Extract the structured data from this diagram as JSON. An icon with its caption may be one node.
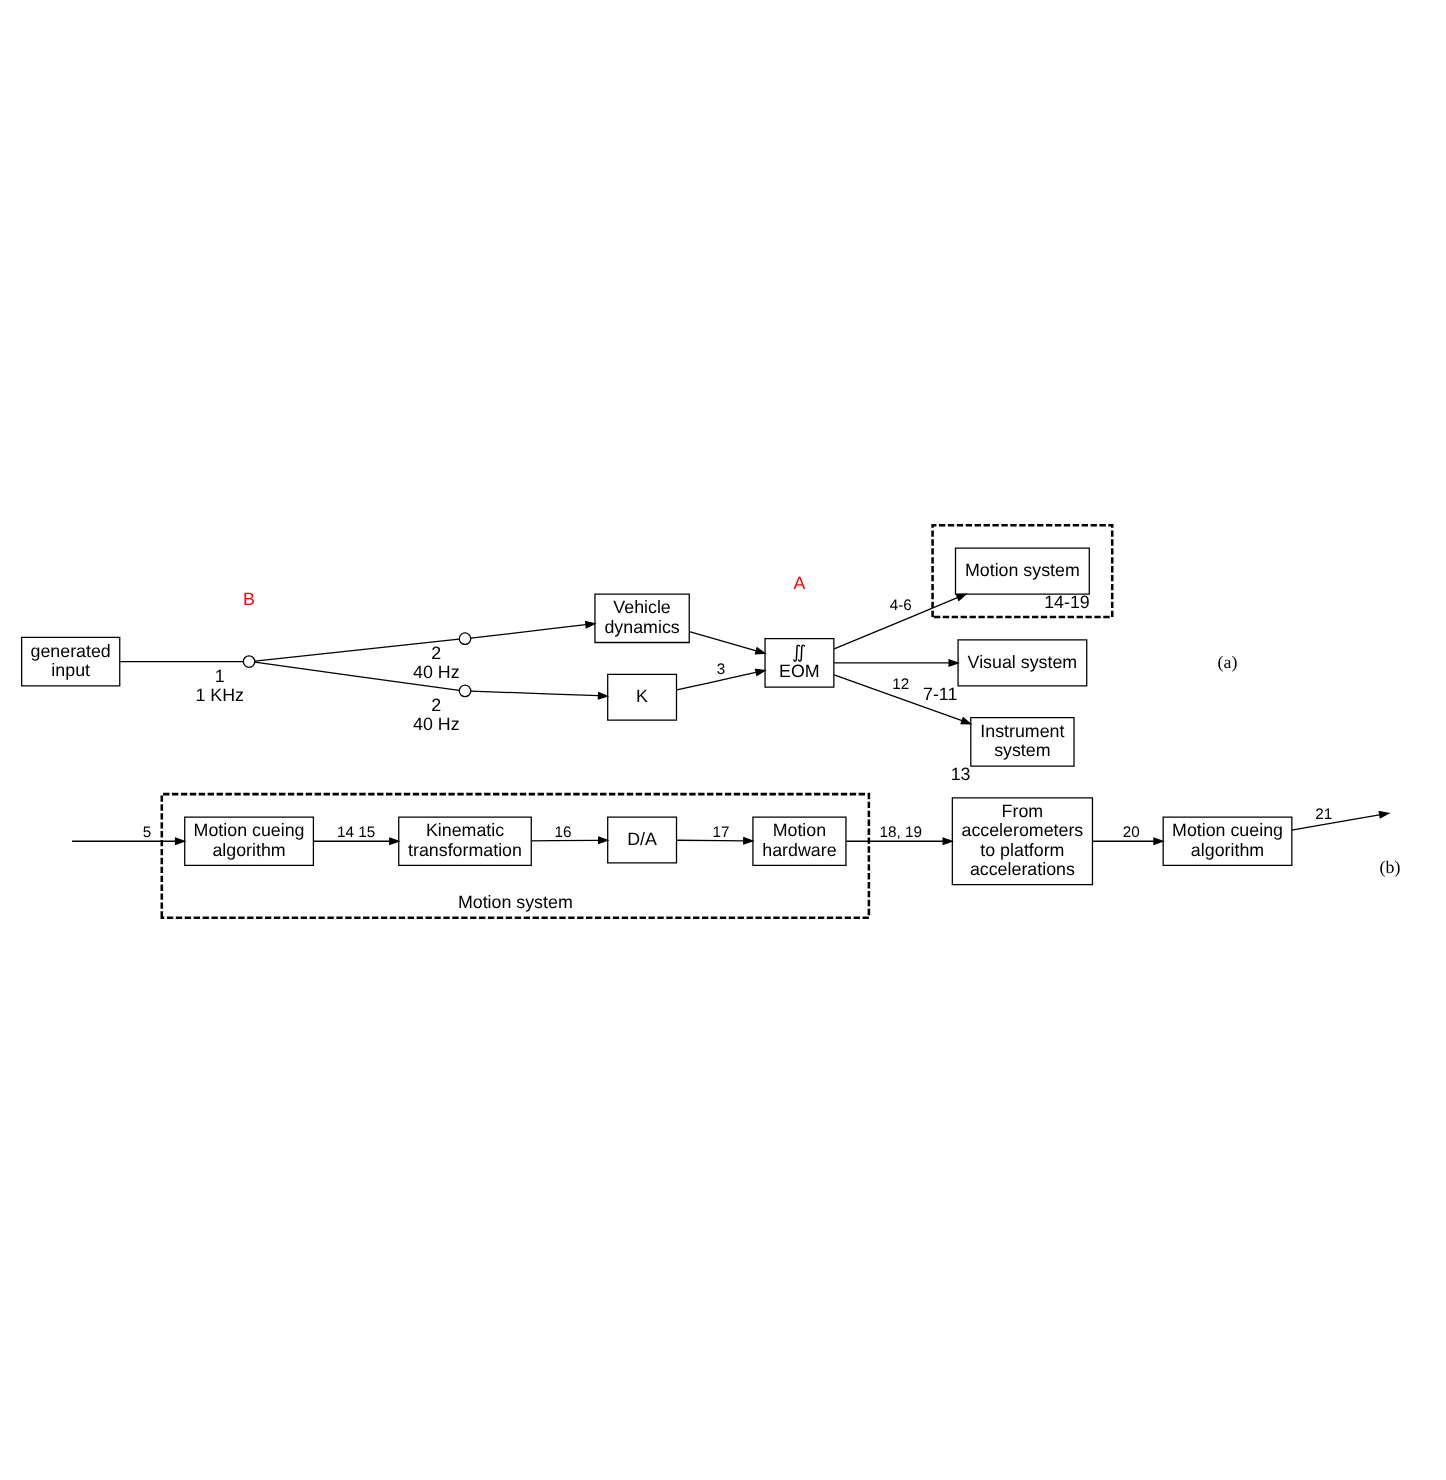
{
  "diagram": {
    "nodes": [
      {
        "text": [
          "generated input"
        ]
      },
      {
        "text": [],
        "shape": "switch",
        "beside": [
          "1",
          "1 KHz"
        ]
      },
      {
        "text": [],
        "shape": "switch",
        "beside": [
          "2",
          "40 Hz"
        ]
      },
      {
        "text": [],
        "shape": "switch",
        "beside": [
          "2",
          "40 Hz"
        ]
      },
      {
        "text": [
          "Vehicle dynamics"
        ]
      },
      {
        "text": [
          "K"
        ]
      },
      {
        "text": [
          "∬",
          "EOM"
        ]
      },
      {
        "text": [],
        "shape": "box"
      },
      {
        "text": [
          "Motion system"
        ],
        "in": 7,
        "beside": [
          "14-19"
        ]
      },
      {
        "text": [
          "Visual system"
        ],
        "beside": [
          "7-11"
        ]
      },
      {
        "text": [
          "Instrument system"
        ],
        "beside": [
          "13"
        ]
      },
      {
        "text": [
          "Motion system"
        ]
      },
      {
        "text": [
          "Motion cueing algorithm"
        ],
        "in": 11
      },
      {
        "text": [
          "Kinematic transformation"
        ],
        "in": 11
      },
      {
        "text": [
          "D/A"
        ],
        "in": 11
      },
      {
        "text": [
          "Motion hardware"
        ],
        "in": 11
      },
      {
        "text": [
          "From accelerometers to platform accelerations"
        ]
      },
      {
        "text": [
          "Motion cueing algorithm"
        ]
      }
    ],
    "edges": [
      {
        "from": 0,
        "to": 1,
        "arrow": "none"
      },
      {
        "from": 1,
        "to": 2,
        "arrow": "none"
      },
      {
        "from": 1,
        "to": 3,
        "arrow": "none"
      },
      {
        "from": 2,
        "to": 4,
        "arrow": "to"
      },
      {
        "from": 3,
        "to": 5,
        "arrow": "to"
      },
      {
        "from": 4,
        "to": 6,
        "arrow": "to"
      },
      {
        "from": 5,
        "to": 6,
        "arrow": "to",
        "label": "3"
      },
      {
        "from": 6,
        "to": 8,
        "arrow": "to",
        "label": "4-6"
      },
      {
        "from": 6,
        "to": 9,
        "arrow": "to"
      },
      {
        "from": 6,
        "to": 10,
        "arrow": "to",
        "label": "12"
      },
      {
        "from": null,
        "to": 12,
        "arrow": "to",
        "label": "5"
      },
      {
        "from": 12,
        "to": 13,
        "arrow": "to",
        "label": "14 15"
      },
      {
        "from": 13,
        "to": 14,
        "arrow": "to",
        "label": "16"
      },
      {
        "from": 14,
        "to": 15,
        "arrow": "to",
        "label": "17"
      },
      {
        "from": 15,
        "to": 16,
        "arrow": "to",
        "label": "18, 19"
      },
      {
        "from": 16,
        "to": 17,
        "arrow": "to",
        "label": "20"
      },
      {
        "from": 17,
        "to": null,
        "arrow": "to",
        "label": "21"
      }
    ],
    "labels": [
      "A",
      "B",
      "(a)",
      "(b)"
    ]
  }
}
